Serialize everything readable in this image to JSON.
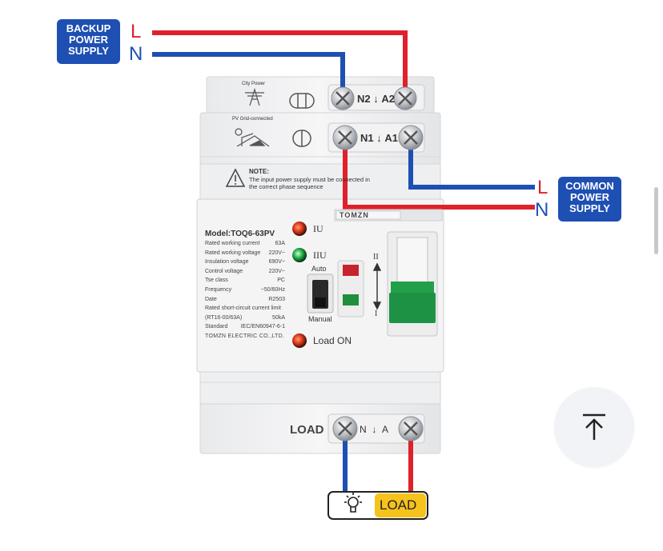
{
  "backup_supply": {
    "line1": "BACKUP",
    "line2": "POWER",
    "line3": "SUPPLY",
    "l": "L",
    "n": "N"
  },
  "common_supply": {
    "line1": "COMMON",
    "line2": "POWER",
    "line3": "SUPPLY",
    "l": "L",
    "n": "N"
  },
  "device": {
    "city_power": "City Power",
    "pv_grid": "PV Grid-connected",
    "terminal_top": "N2",
    "terminal_top_a": "A2",
    "terminal_mid": "N1",
    "terminal_mid_a": "A1",
    "note_title": "NOTE:",
    "note_line1": "The input power supply must be connected in",
    "note_line2": "the correct phase sequence",
    "brand": "TOMZN",
    "model": "Model:TOQ6-63PV",
    "specs": [
      {
        "label": "Rated working current",
        "value": "63A"
      },
      {
        "label": "Rated working voltage",
        "value": "220V~"
      },
      {
        "label": "Insulation voltage",
        "value": "690V~"
      },
      {
        "label": "Control voltage",
        "value": "220V~"
      },
      {
        "label": "Tse class",
        "value": "PC"
      },
      {
        "label": "Frequency",
        "value": "~50/60Hz"
      },
      {
        "label": "Date",
        "value": "R2503"
      },
      {
        "label": "Rated short-circuit current limit",
        "value": ""
      },
      {
        "label": "(RT16-00/63A)",
        "value": "50kA"
      },
      {
        "label": "Standard",
        "value": "IEC/EN60947-6-1"
      }
    ],
    "maker": "TOMZN ELECTRIC CO.,LTD.",
    "led_iu": "IU",
    "led_iiu": "IIU",
    "auto": "Auto",
    "manual": "Manual",
    "load_on": "Load ON",
    "pos_ii": "II",
    "pos_i": "I",
    "load_terminal": "LOAD",
    "load_n": "N",
    "load_a": "A"
  },
  "load_box": {
    "label": "LOAD"
  },
  "colors": {
    "live": "#e0212b",
    "neutral": "#1e4fb3",
    "label_bg": "#1e4fb3",
    "load_yellow": "#f6c21c"
  },
  "icons": [
    "bulb-icon",
    "tower-icon",
    "solar-house-icon",
    "warning-icon",
    "arrow-up-icon"
  ]
}
